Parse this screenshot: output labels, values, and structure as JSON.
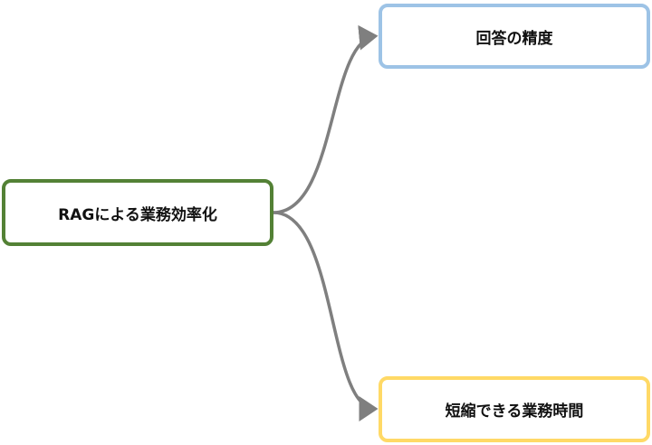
{
  "diagram": {
    "root": {
      "label": "RAGによる業務効率化",
      "border_color": "#538135"
    },
    "branches": [
      {
        "label": "回答の精度",
        "border_color": "#9dc3e6"
      },
      {
        "label": "短縮できる業務時間",
        "border_color": "#ffd966"
      }
    ],
    "connector_color": "#7f7f7f"
  }
}
